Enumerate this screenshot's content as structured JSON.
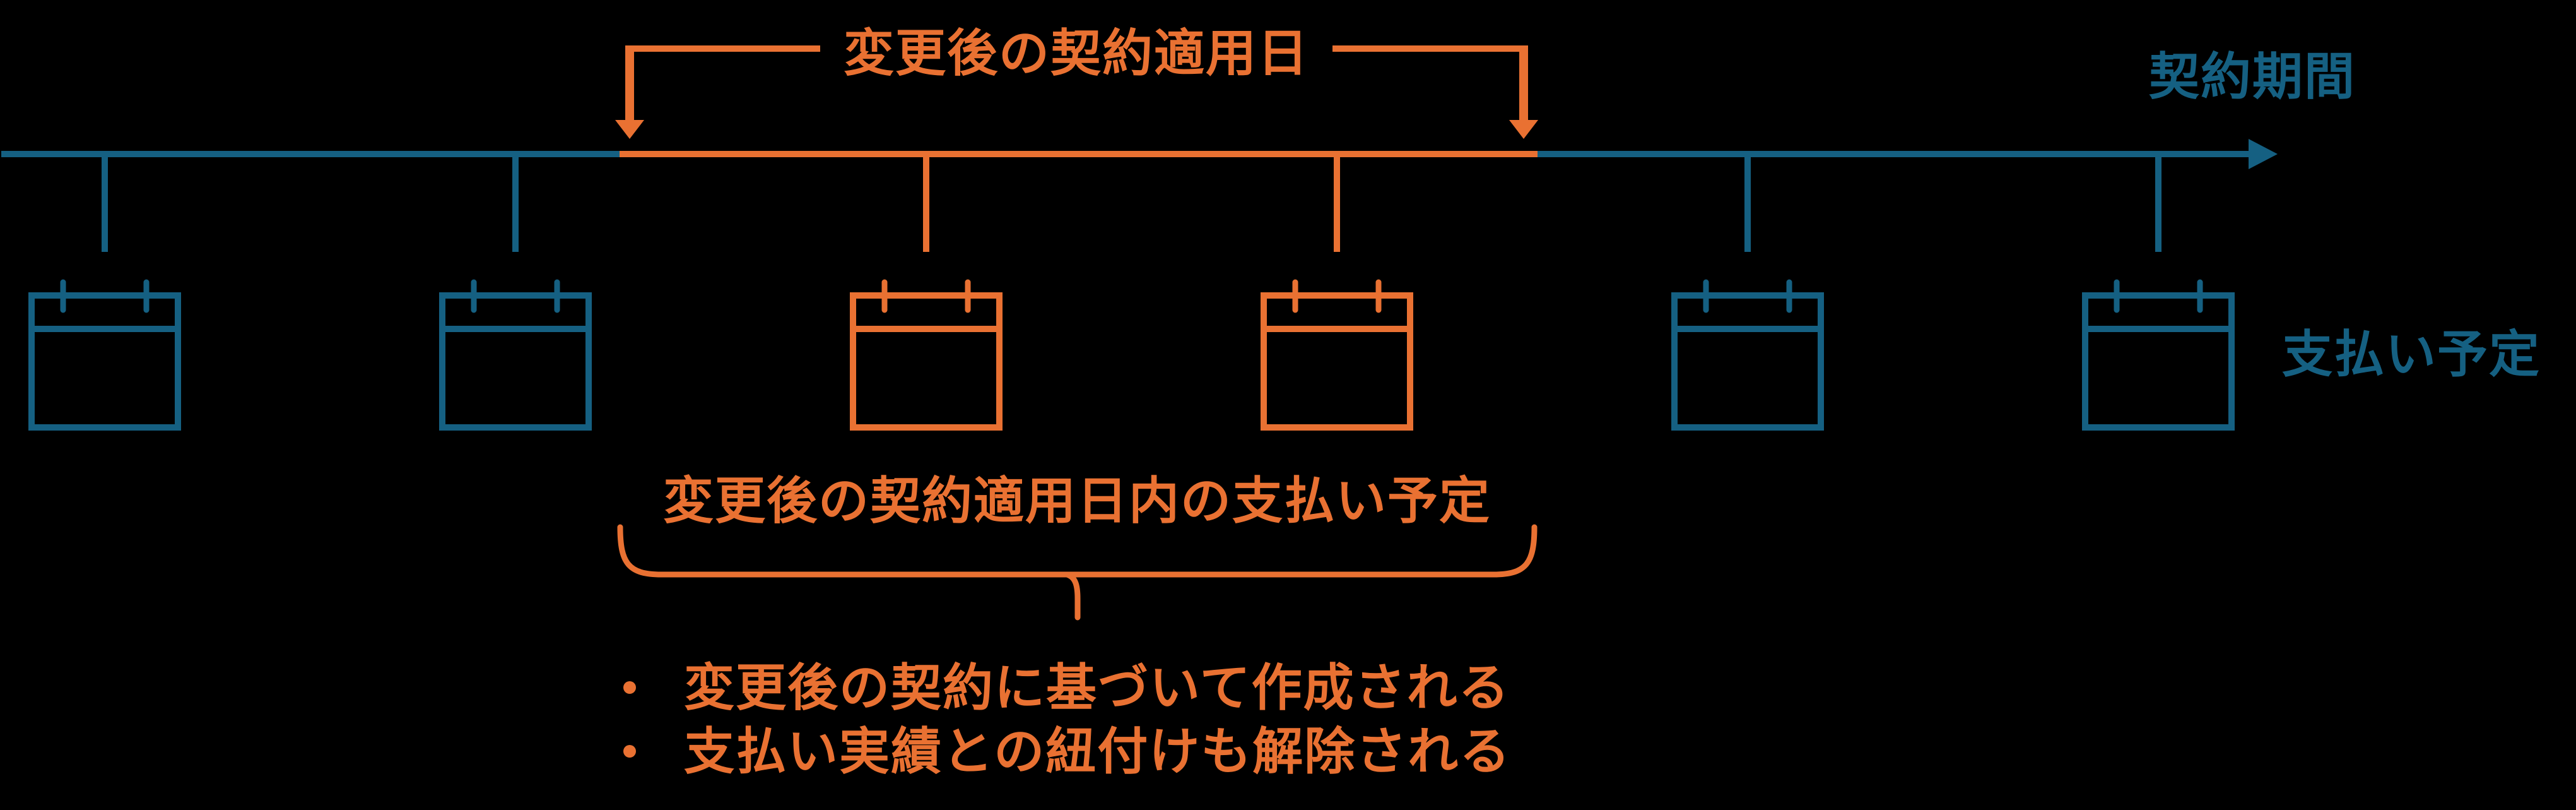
{
  "colors": {
    "background": "#000000",
    "teal": "#156082",
    "orange": "#E97132"
  },
  "timeline": {
    "axis_label": "契約期間",
    "row_label": "支払い予定",
    "highlight_bracket_label": "変更後の契約適用日"
  },
  "calendars": [
    {
      "icon": "calendar-icon",
      "color": "teal"
    },
    {
      "icon": "calendar-icon",
      "color": "teal"
    },
    {
      "icon": "calendar-icon",
      "color": "orange"
    },
    {
      "icon": "calendar-icon",
      "color": "orange"
    },
    {
      "icon": "calendar-icon",
      "color": "teal"
    },
    {
      "icon": "calendar-icon",
      "color": "teal"
    }
  ],
  "brace": {
    "label": "変更後の契約適用日内の支払い予定"
  },
  "notes": {
    "bullet_char": "•",
    "items": [
      {
        "text": "変更後の契約に基づいて作成される"
      },
      {
        "text": "支払い実績との紐付けも解除される"
      }
    ]
  }
}
